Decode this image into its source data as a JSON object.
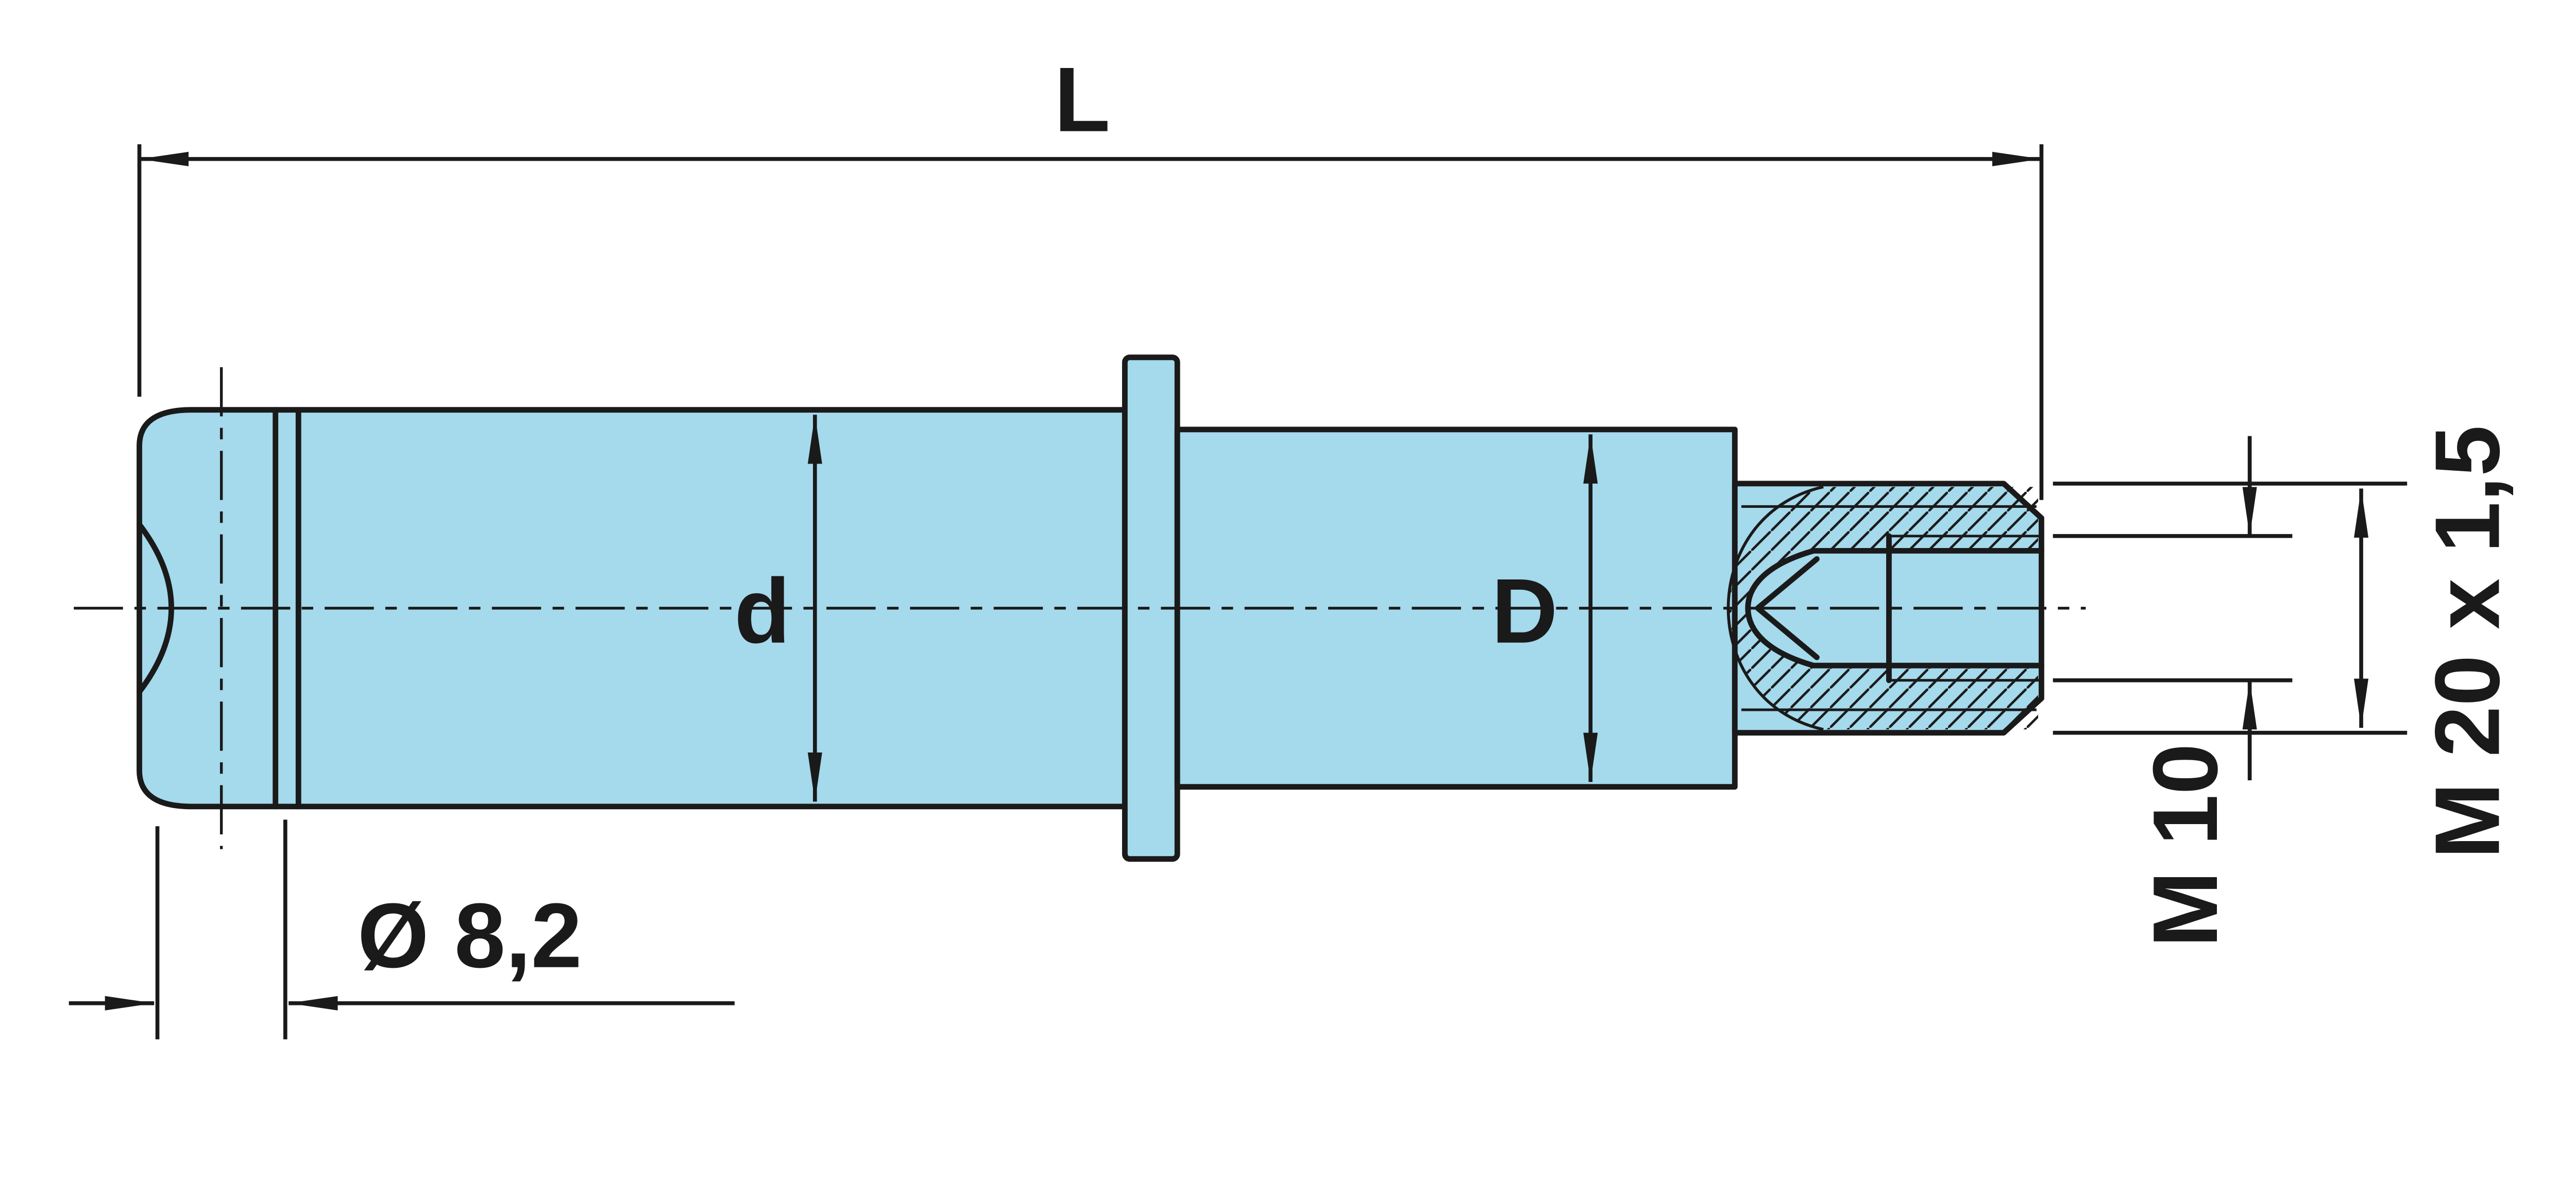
{
  "drawing": {
    "labels": {
      "overall_length": "L",
      "shaft_diameter": "d",
      "body_diameter": "D",
      "cross_hole_diameter": "Ø 8,2",
      "internal_thread": "M 10",
      "external_thread": "M 20 x 1,5"
    },
    "colors": {
      "part_fill": "#a5d9ec",
      "line": "#1a1a1a",
      "background": "#ffffff"
    }
  }
}
